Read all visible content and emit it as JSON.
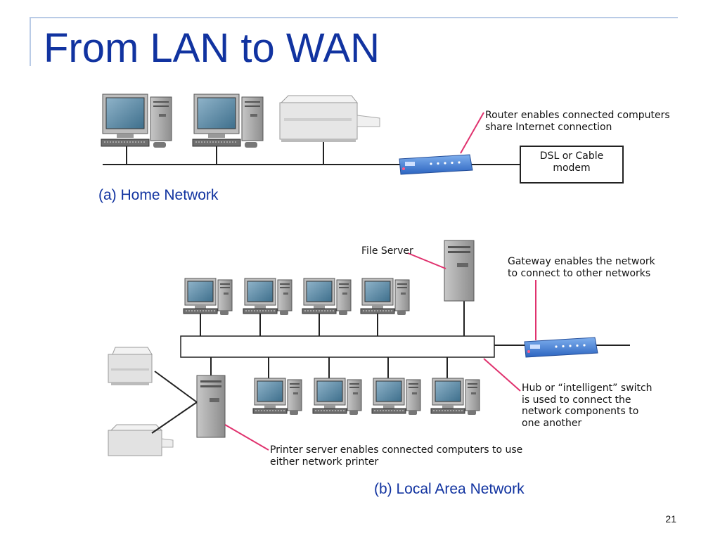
{
  "slide": {
    "title": "From LAN to WAN",
    "page_number": "21"
  },
  "home_network": {
    "caption": "(a) Home Network",
    "router_note_line1": "Router enables connected computers",
    "router_note_line2": "share Internet connection",
    "modem_line1": "DSL or Cable",
    "modem_line2": "modem"
  },
  "local_area_network": {
    "caption": "(b) Local Area Network",
    "file_server_label": "File Server",
    "gateway_note_line1": "Gateway enables the network",
    "gateway_note_line2": "to connect to other networks",
    "hub_note_lines": [
      "Hub or “intelligent” switch",
      "is used to connect the",
      "network components to",
      "one another"
    ],
    "printer_server_note_line1": "Printer server enables connected computers to use",
    "printer_server_note_line2": "either network printer"
  },
  "colors": {
    "title": "#1133a0",
    "frame": "#b9cbe6",
    "callout_line": "#e0326e",
    "router_blue": "#3f7fd6"
  }
}
